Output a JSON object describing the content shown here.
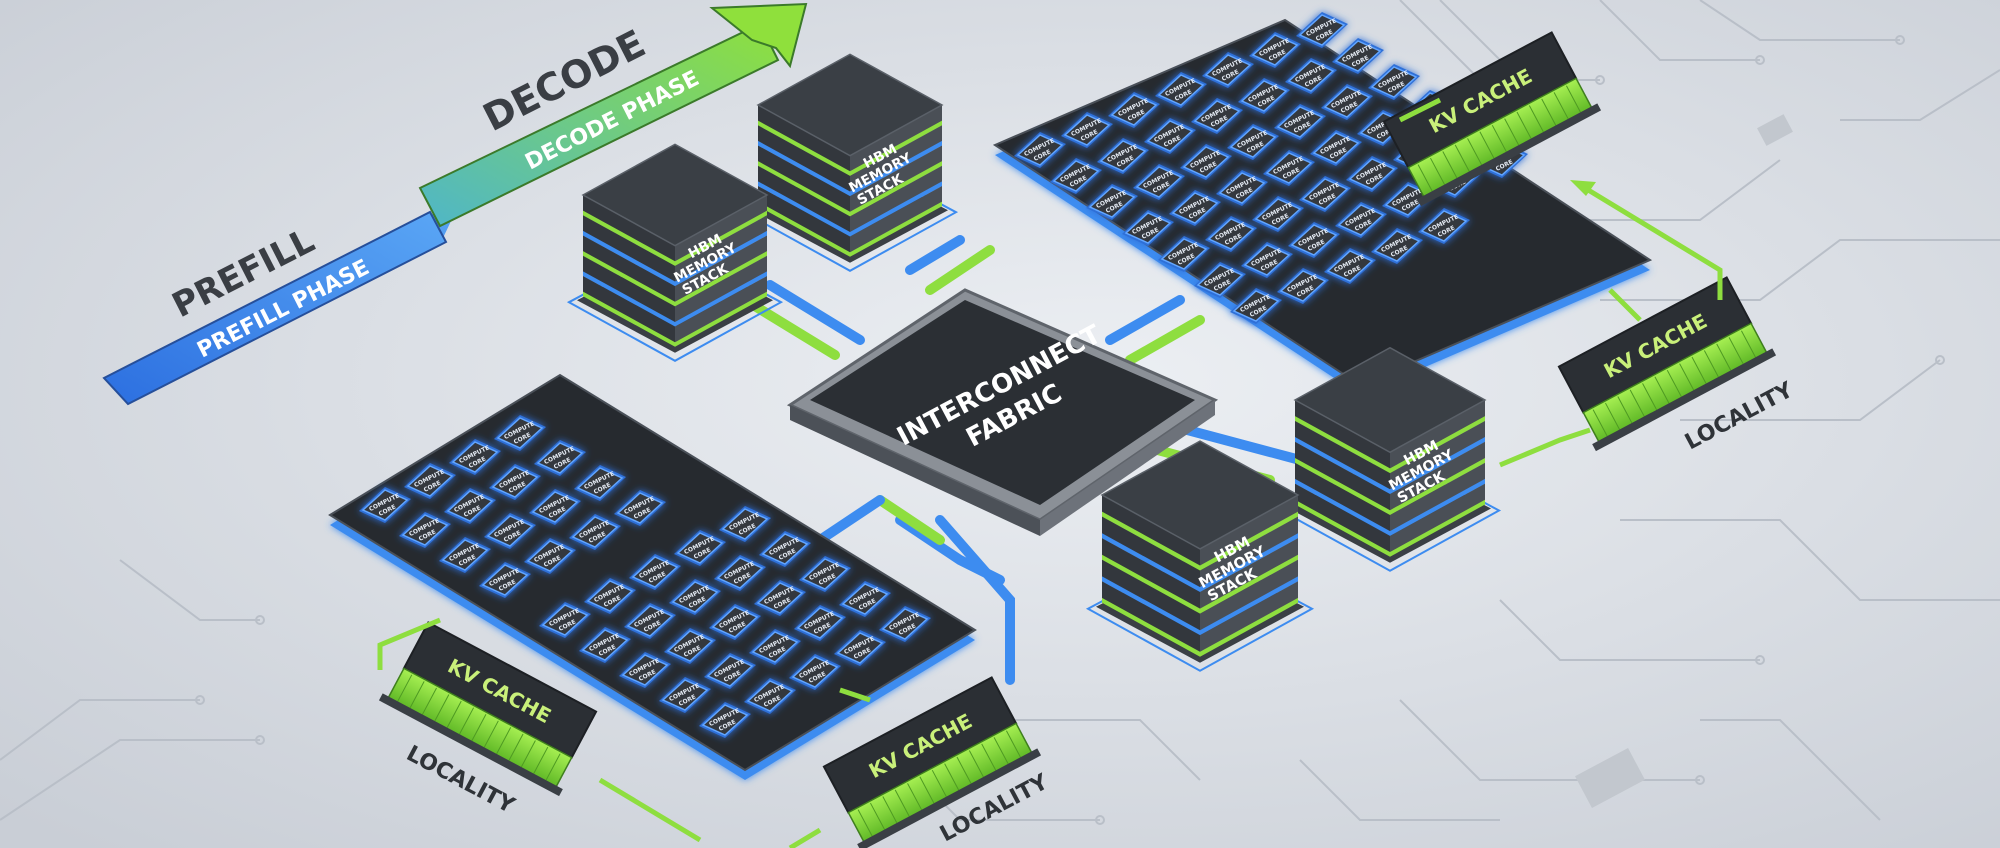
{
  "colors": {
    "background": "#d9dde3",
    "blue": "#3d8cf0",
    "green": "#8ede3f",
    "chip_dark": "#2b2f34",
    "core_blue": "#2f6fd8"
  },
  "phases": {
    "prefill_title": "PREFILL",
    "prefill_label": "PREFILL PHASE",
    "decode_title": "DECODE",
    "decode_label": "DECODE PHASE"
  },
  "fabric": {
    "label_line1": "INTERCONNECT",
    "label_line2": "FABRIC"
  },
  "hbm": {
    "line1": "HBM",
    "line2": "MEMORY",
    "line3": "STACK"
  },
  "kv_cache": {
    "label": "KV CACHE"
  },
  "locality": {
    "label": "LOCALITY"
  },
  "core": {
    "line1": "COMPUTE",
    "line2": "CORE"
  }
}
